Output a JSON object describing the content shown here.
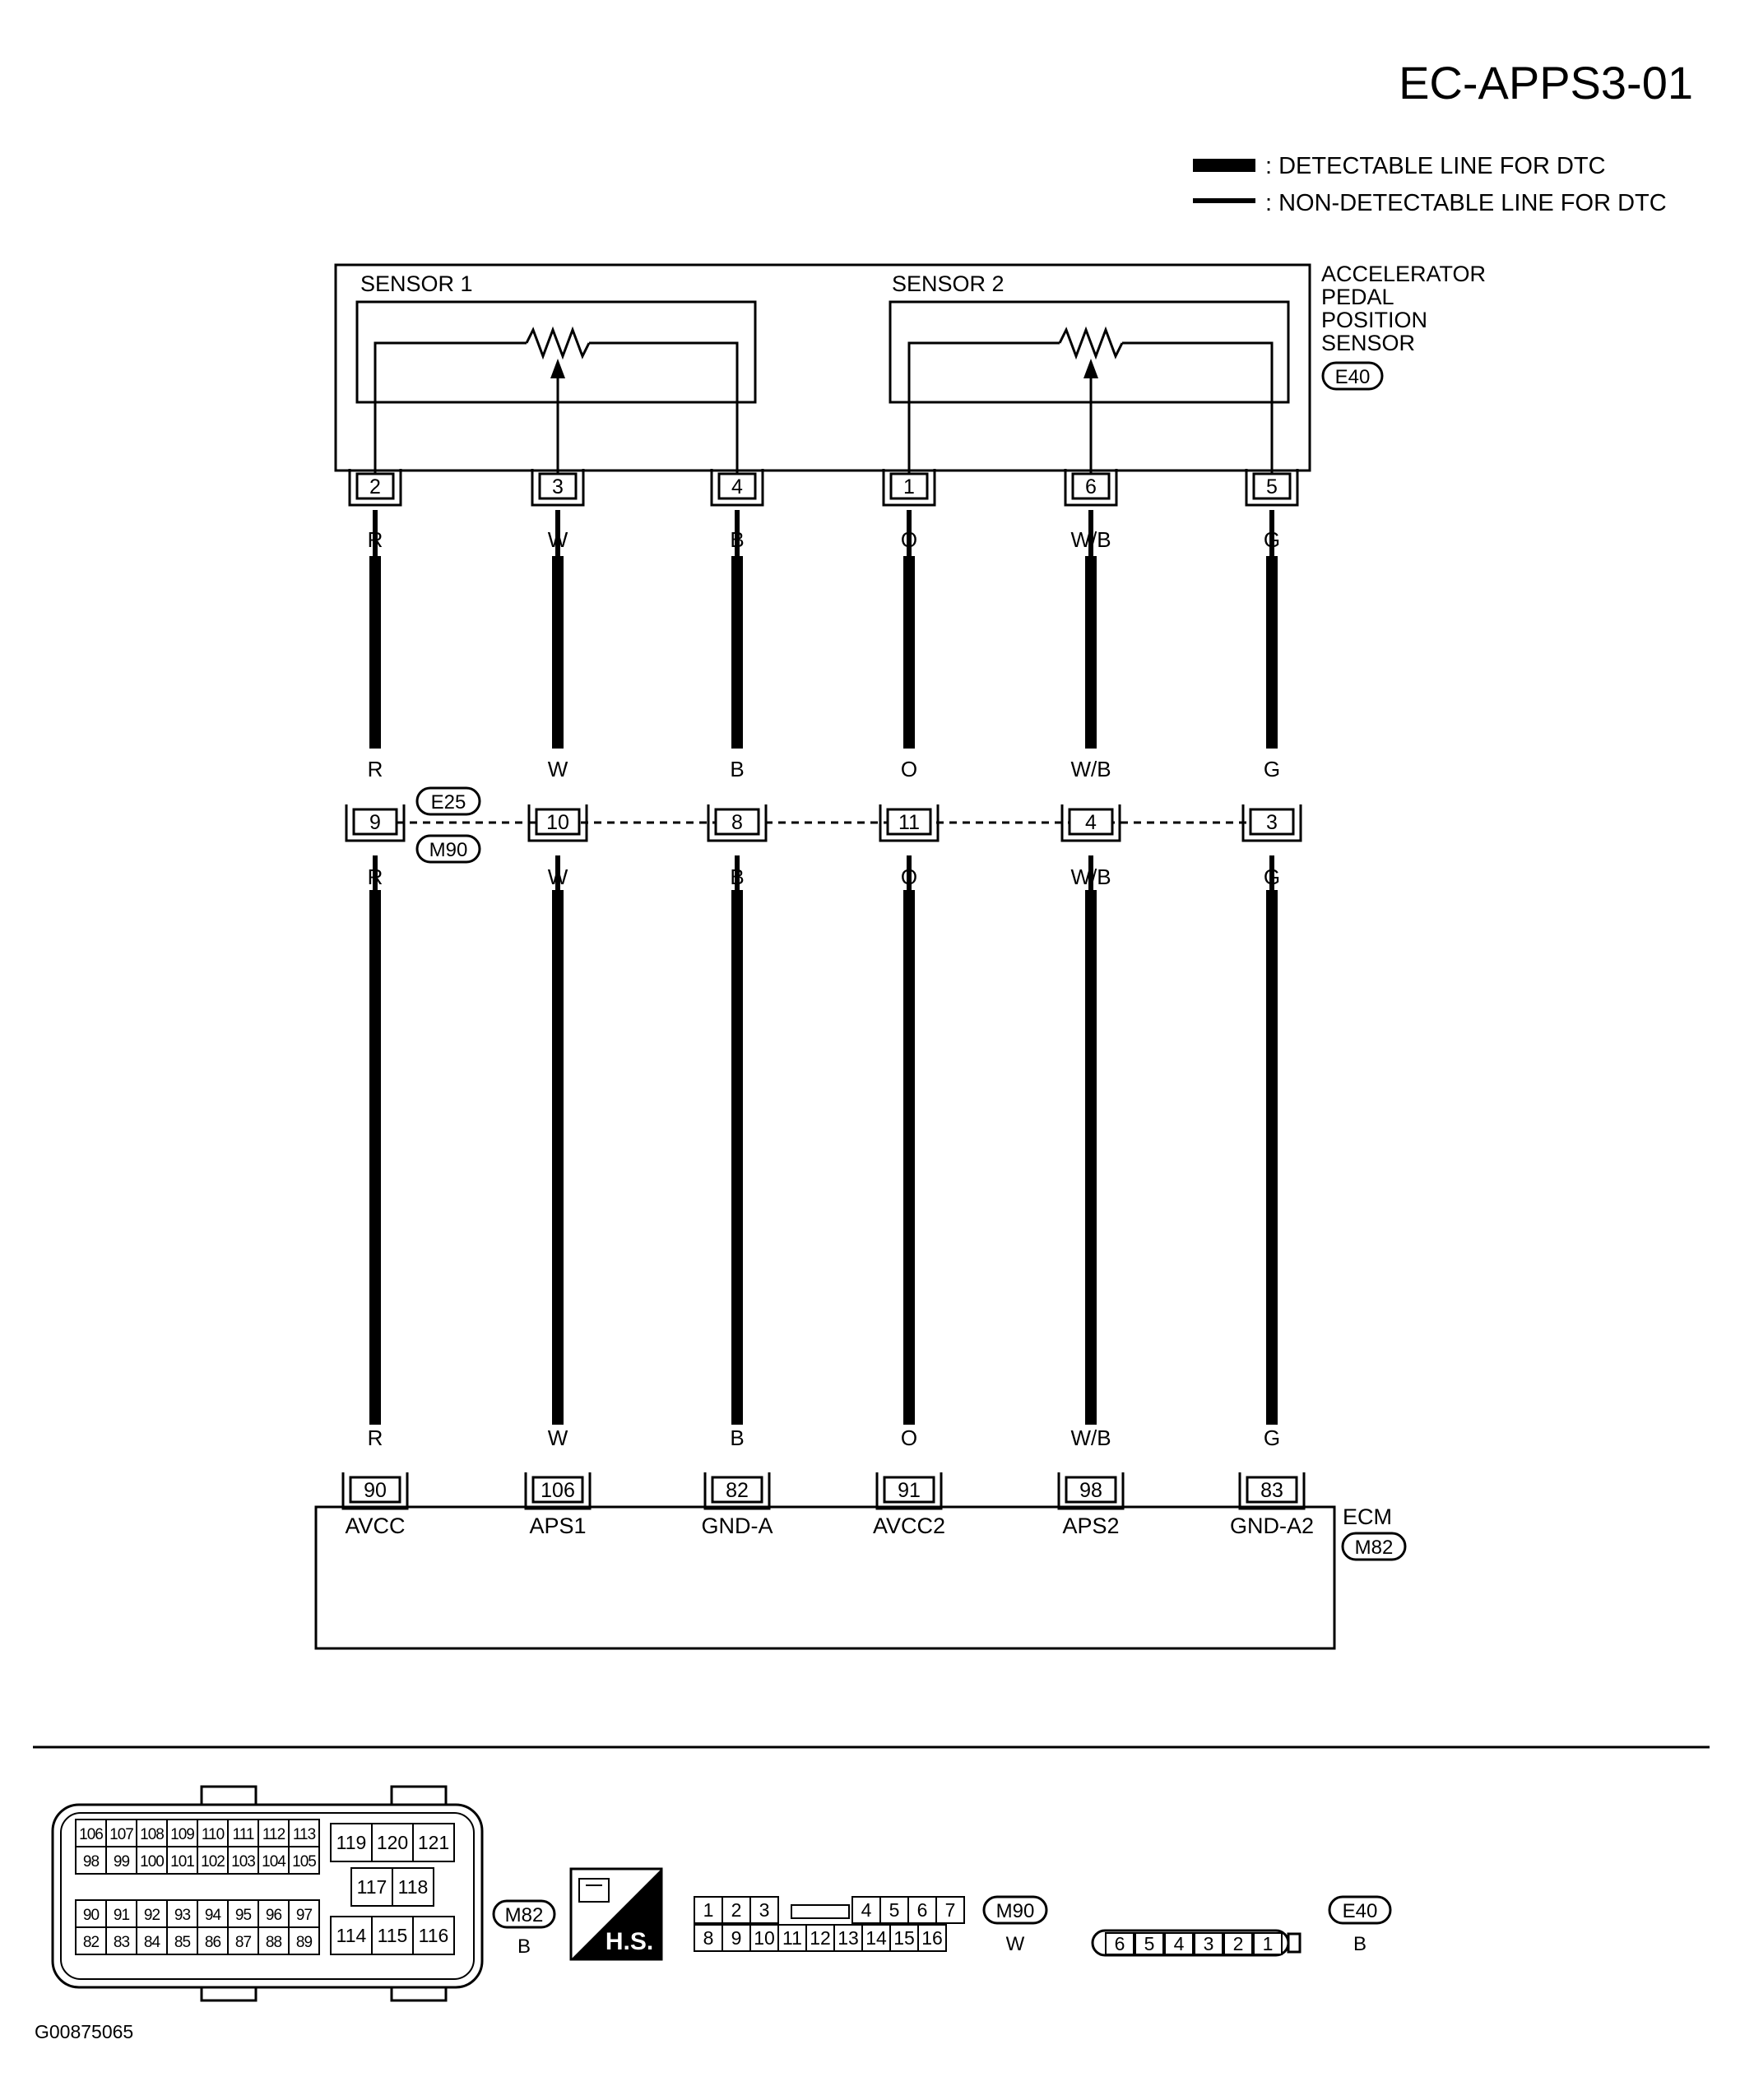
{
  "title": "EC-APPS3-01",
  "legend": {
    "detectable": ": DETECTABLE LINE FOR DTC",
    "non_detectable": ": NON-DETECTABLE LINE FOR DTC"
  },
  "sensor": {
    "label_lines": [
      "ACCELERATOR",
      "PEDAL",
      "POSITION",
      "SENSOR"
    ],
    "connector": "E40",
    "sub1": "SENSOR 1",
    "sub2": "SENSOR 2"
  },
  "joint": {
    "upper": "E25",
    "lower": "M90"
  },
  "ecm": {
    "label": "ECM",
    "connector": "M82"
  },
  "wires": [
    {
      "sensor_pin": "2",
      "color": "R",
      "joint_pin": "9",
      "ecm_pin": "90",
      "ecm_label": "AVCC"
    },
    {
      "sensor_pin": "3",
      "color": "W",
      "joint_pin": "10",
      "ecm_pin": "106",
      "ecm_label": "APS1"
    },
    {
      "sensor_pin": "4",
      "color": "B",
      "joint_pin": "8",
      "ecm_pin": "82",
      "ecm_label": "GND-A"
    },
    {
      "sensor_pin": "1",
      "color": "O",
      "joint_pin": "11",
      "ecm_pin": "91",
      "ecm_label": "AVCC2"
    },
    {
      "sensor_pin": "6",
      "color": "W/B",
      "joint_pin": "4",
      "ecm_pin": "98",
      "ecm_label": "APS2"
    },
    {
      "sensor_pin": "5",
      "color": "G",
      "joint_pin": "3",
      "ecm_pin": "83",
      "ecm_label": "GND-A2"
    }
  ],
  "connectors": {
    "m82": {
      "id": "M82",
      "color": "B",
      "rows": [
        [
          "106",
          "107",
          "108",
          "109",
          "110",
          "111",
          "112",
          "113"
        ],
        [
          "98",
          "99",
          "100",
          "101",
          "102",
          "103",
          "104",
          "105"
        ],
        [
          "90",
          "91",
          "92",
          "93",
          "94",
          "95",
          "96",
          "97"
        ],
        [
          "82",
          "83",
          "84",
          "85",
          "86",
          "87",
          "88",
          "89"
        ]
      ],
      "right": [
        [
          "119",
          "120",
          "121"
        ],
        [
          "117",
          "118"
        ],
        [
          "114",
          "115",
          "116"
        ]
      ]
    },
    "hs": "H.S.",
    "m90": {
      "id": "M90",
      "color": "W",
      "top": [
        "1",
        "2",
        "3",
        "4",
        "5",
        "6",
        "7"
      ],
      "bottom": [
        "8",
        "9",
        "10",
        "11",
        "12",
        "13",
        "14",
        "15",
        "16"
      ]
    },
    "e40": {
      "id": "E40",
      "color": "B",
      "pins": [
        "6",
        "5",
        "4",
        "3",
        "2",
        "1"
      ]
    }
  },
  "figure_id": "G00875065"
}
